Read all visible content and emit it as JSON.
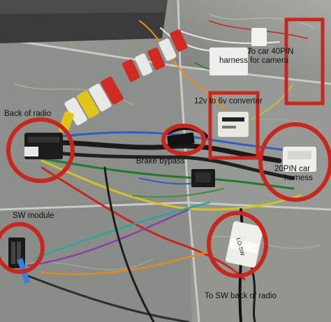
{
  "annotation_color": "#c8261e",
  "labels": {
    "back_of_radio": "Back of radio",
    "brake_bypass": "Brake bypass",
    "converter": "12v to 6v converter",
    "car_40pin_line1": "To car 40PIN",
    "car_40pin_line2": "harness for camera",
    "car_20pin_line1": "20PIN car",
    "car_20pin_line2": "harness",
    "sw_module": "SW module",
    "to_sw": "To SW back of radio"
  },
  "connector_text": "LO-SW"
}
